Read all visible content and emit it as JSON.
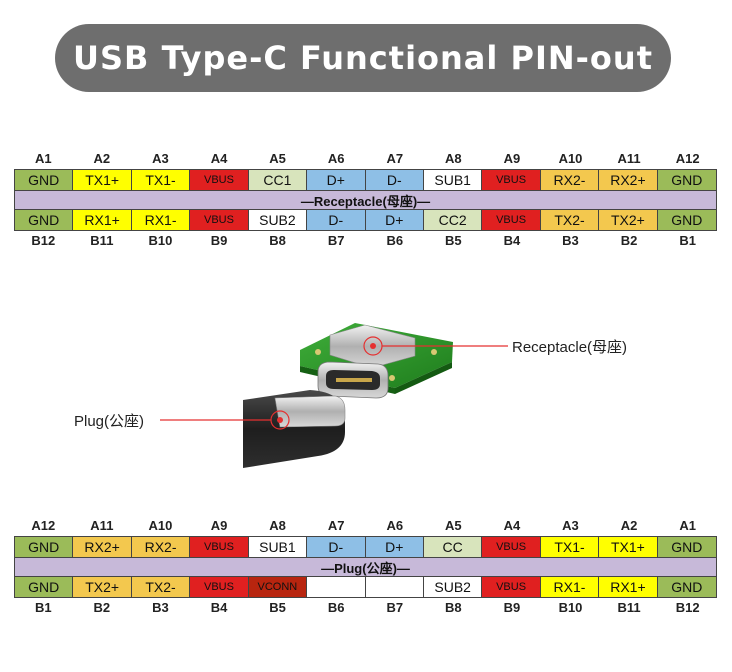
{
  "title": "USB Type-C Functional PIN-out",
  "colors": {
    "gnd": "#9bbb59",
    "data": "#8ebfe6",
    "yellow": "#ffff00",
    "orange": "#f3c84e",
    "red": "#e02020",
    "cc": "#d8e4bc",
    "white": "#ffffff",
    "vconn": "#b8250f",
    "divider": "#c7b9d9"
  },
  "receptacle": {
    "top_labels": [
      "A1",
      "A2",
      "A3",
      "A4",
      "A5",
      "A6",
      "A7",
      "A8",
      "A9",
      "A10",
      "A11",
      "A12"
    ],
    "top_pins": [
      {
        "text": "GND",
        "color": "gnd"
      },
      {
        "text": "TX1+",
        "color": "yellow"
      },
      {
        "text": "TX1-",
        "color": "yellow"
      },
      {
        "text": "VBUS",
        "color": "red",
        "small": true
      },
      {
        "text": "CC1",
        "color": "cc"
      },
      {
        "text": "D+",
        "color": "data"
      },
      {
        "text": "D-",
        "color": "data"
      },
      {
        "text": "SUB1",
        "color": "white"
      },
      {
        "text": "VBUS",
        "color": "red",
        "small": true
      },
      {
        "text": "RX2-",
        "color": "orange"
      },
      {
        "text": "RX2+",
        "color": "orange"
      },
      {
        "text": "GND",
        "color": "gnd"
      }
    ],
    "divider": "—Receptacle(母座)—",
    "bottom_pins": [
      {
        "text": "GND",
        "color": "gnd"
      },
      {
        "text": "RX1+",
        "color": "yellow"
      },
      {
        "text": "RX1-",
        "color": "yellow"
      },
      {
        "text": "VBUS",
        "color": "red",
        "small": true
      },
      {
        "text": "SUB2",
        "color": "white"
      },
      {
        "text": "D-",
        "color": "data"
      },
      {
        "text": "D+",
        "color": "data"
      },
      {
        "text": "CC2",
        "color": "cc"
      },
      {
        "text": "VBUS",
        "color": "red",
        "small": true
      },
      {
        "text": "TX2-",
        "color": "orange"
      },
      {
        "text": "TX2+",
        "color": "orange"
      },
      {
        "text": "GND",
        "color": "gnd"
      }
    ],
    "bottom_labels": [
      "B12",
      "B11",
      "B10",
      "B9",
      "B8",
      "B7",
      "B6",
      "B5",
      "B4",
      "B3",
      "B2",
      "B1"
    ]
  },
  "callouts": {
    "receptacle": "Receptacle(母座)",
    "plug": "Plug(公座)"
  },
  "plug": {
    "top_labels": [
      "A12",
      "A11",
      "A10",
      "A9",
      "A8",
      "A7",
      "A6",
      "A5",
      "A4",
      "A3",
      "A2",
      "A1"
    ],
    "top_pins": [
      {
        "text": "GND",
        "color": "gnd"
      },
      {
        "text": "RX2+",
        "color": "orange"
      },
      {
        "text": "RX2-",
        "color": "orange"
      },
      {
        "text": "VBUS",
        "color": "red",
        "small": true
      },
      {
        "text": "SUB1",
        "color": "white"
      },
      {
        "text": "D-",
        "color": "data"
      },
      {
        "text": "D+",
        "color": "data"
      },
      {
        "text": "CC",
        "color": "cc"
      },
      {
        "text": "VBUS",
        "color": "red",
        "small": true
      },
      {
        "text": "TX1-",
        "color": "yellow"
      },
      {
        "text": "TX1+",
        "color": "yellow"
      },
      {
        "text": "GND",
        "color": "gnd"
      }
    ],
    "divider": "—Plug(公座)—",
    "bottom_pins": [
      {
        "text": "GND",
        "color": "gnd"
      },
      {
        "text": "TX2+",
        "color": "orange"
      },
      {
        "text": "TX2-",
        "color": "orange"
      },
      {
        "text": "VBUS",
        "color": "red",
        "small": true
      },
      {
        "text": "VCONN",
        "color": "vconn",
        "small": true
      },
      {
        "text": "",
        "color": "white"
      },
      {
        "text": "",
        "color": "white"
      },
      {
        "text": "SUB2",
        "color": "white"
      },
      {
        "text": "VBUS",
        "color": "red",
        "small": true
      },
      {
        "text": "RX1-",
        "color": "yellow"
      },
      {
        "text": "RX1+",
        "color": "yellow"
      },
      {
        "text": "GND",
        "color": "gnd"
      }
    ],
    "bottom_labels": [
      "B1",
      "B2",
      "B3",
      "B4",
      "B5",
      "B6",
      "B7",
      "B8",
      "B9",
      "B10",
      "B11",
      "B12"
    ]
  }
}
